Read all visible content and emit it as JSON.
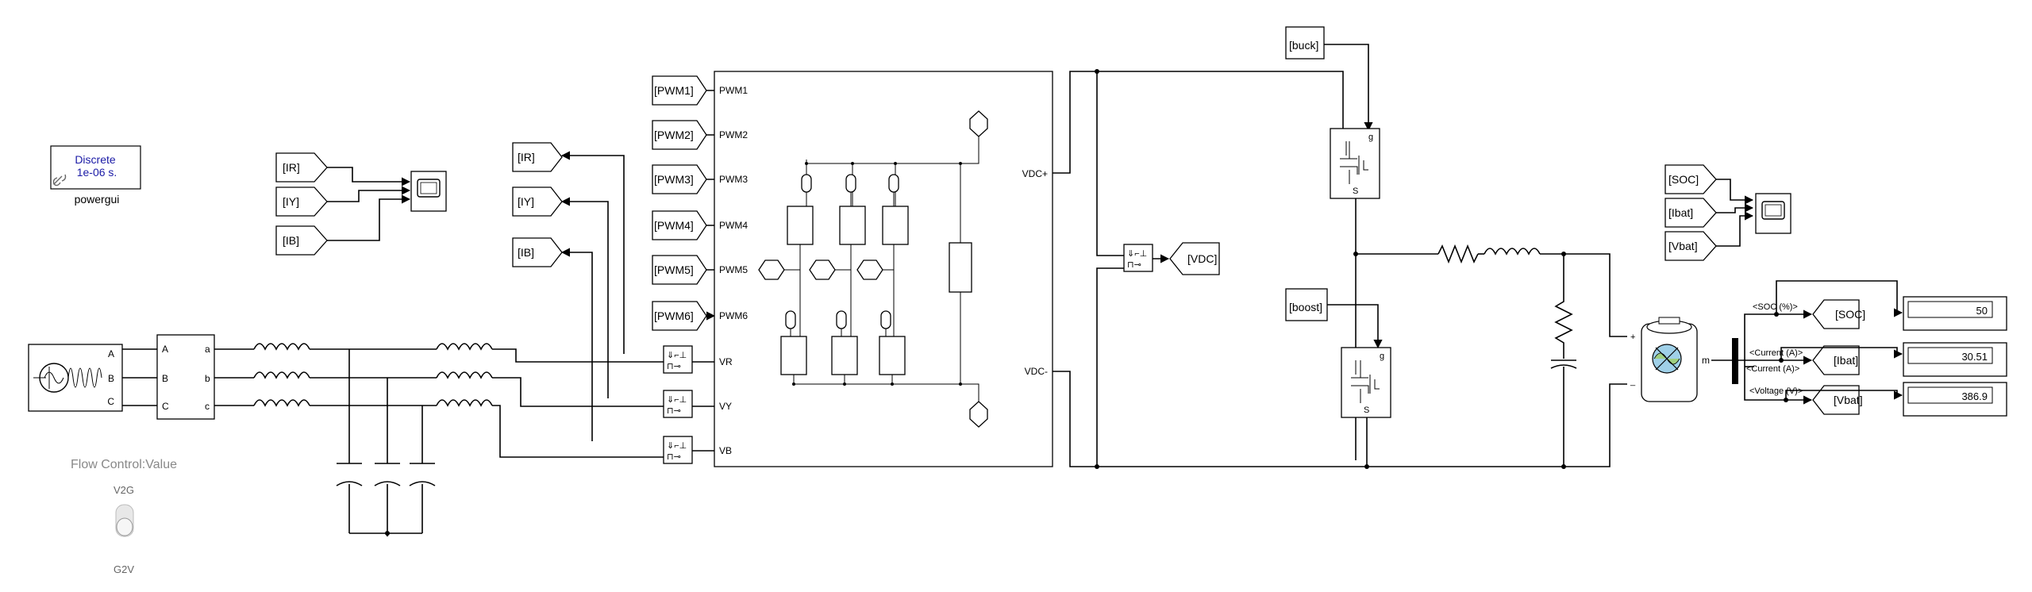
{
  "powergui": {
    "mode": "Discrete",
    "sample": "1e-06 s.",
    "name": "powergui"
  },
  "scope_tags": [
    "[IR]",
    "[IY]",
    "[IB]"
  ],
  "current_tags": [
    "[IR]",
    "[IY]",
    "[IB]"
  ],
  "pwm_tags": [
    "[PWM1]",
    "[PWM2]",
    "[PWM3]",
    "[PWM4]",
    "[PWM5]",
    "[PWM6]"
  ],
  "inverter": {
    "inputs": [
      "PWM1",
      "PWM2",
      "PWM3",
      "PWM4",
      "PWM5",
      "PWM6",
      "VR",
      "VY",
      "VB"
    ],
    "outputs": [
      "VDC+",
      "VDC-"
    ]
  },
  "source_ports": [
    "A",
    "B",
    "C"
  ],
  "measurement": {
    "inputs": [
      "A",
      "B",
      "C"
    ],
    "outputs": [
      "a",
      "b",
      "c"
    ]
  },
  "vdc_tag": "[VDC]",
  "switch_tags": {
    "buck": "[buck]",
    "boost": "[boost]"
  },
  "switch_ports": {
    "gate": "g",
    "source": "S"
  },
  "bms_scope_tags": [
    "[SOC]",
    "[Ibat]",
    "[Vbat]"
  ],
  "battery": {
    "m_port": "m",
    "plus": "+",
    "minus": "_"
  },
  "bus_signals": [
    "<SOC (%)>",
    "<Current (A)>",
    "<Current (A)>",
    "<Voltage (V)>"
  ],
  "bus_tags": [
    "[SOC]",
    "[Ibat]",
    "[Vbat]"
  ],
  "displays": [
    "50",
    "30.51",
    "386.9"
  ],
  "flow_control": {
    "title": "Flow Control:Value",
    "top": "V2G",
    "bottom": "G2V"
  }
}
